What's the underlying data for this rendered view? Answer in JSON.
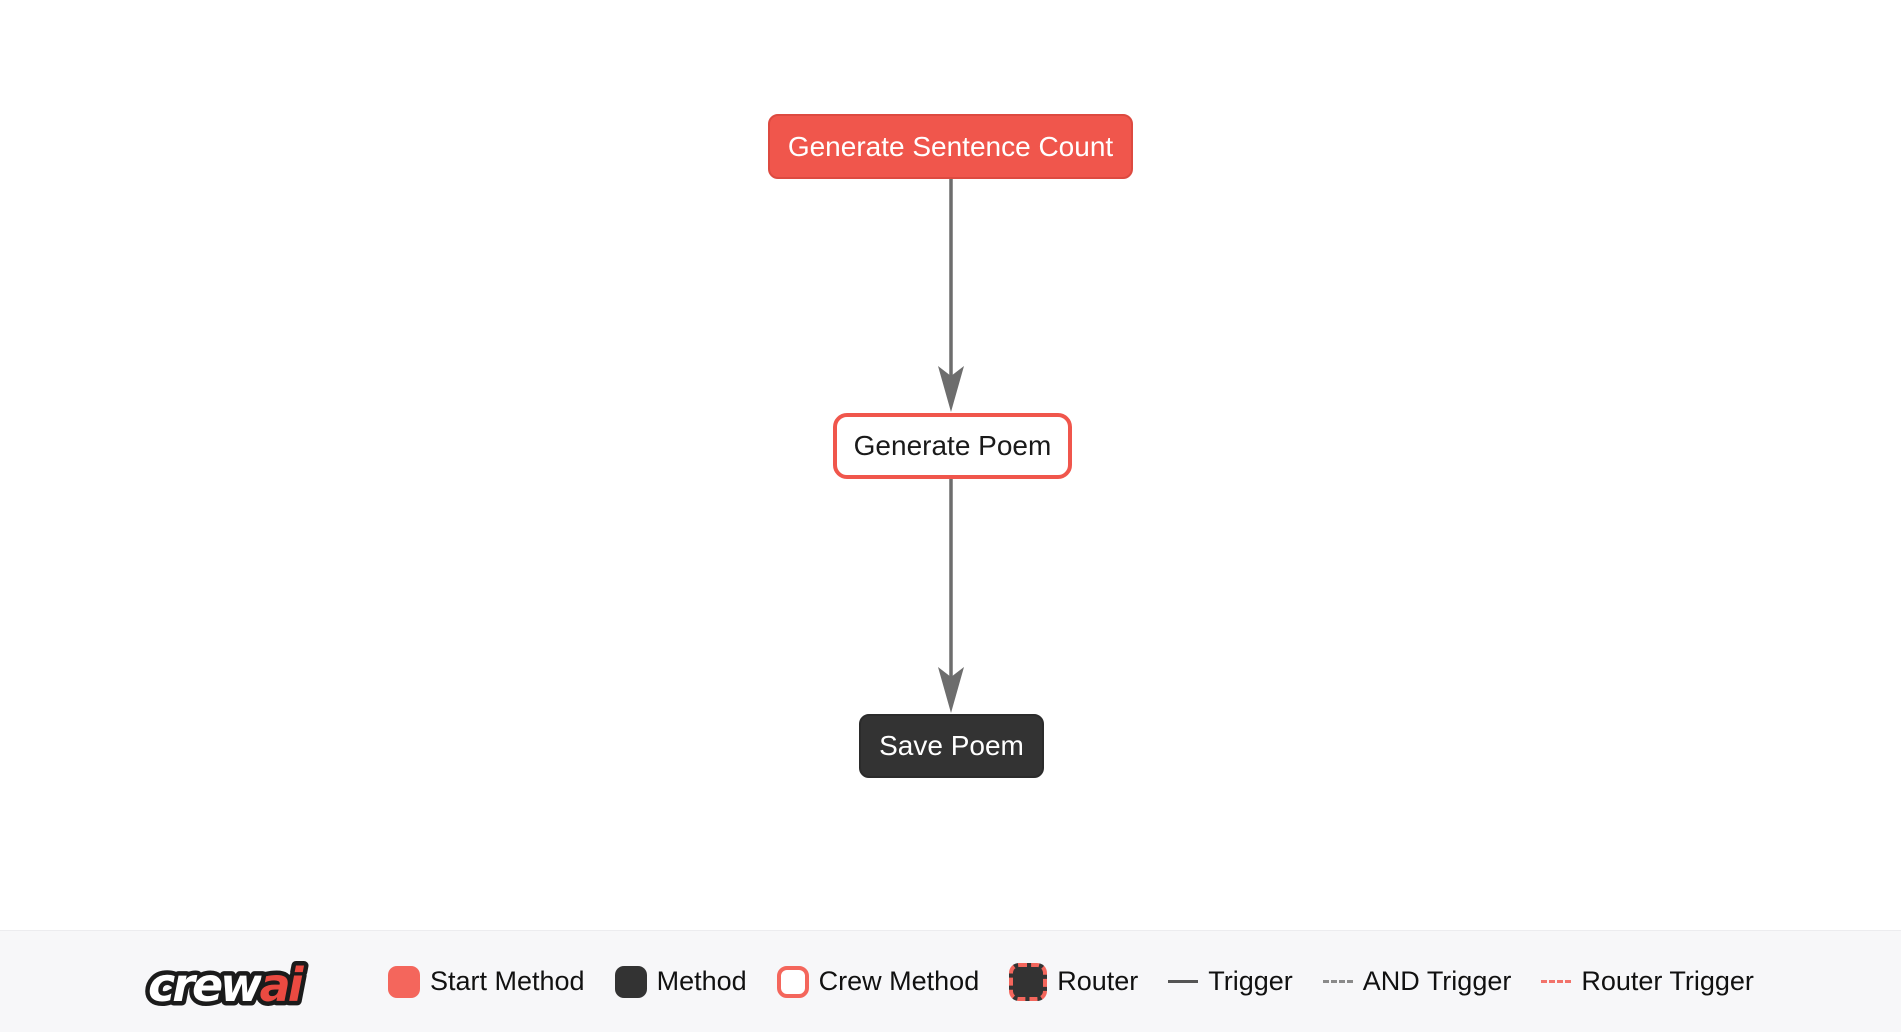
{
  "diagram": {
    "nodes": [
      {
        "label": "Generate Sentence Count",
        "type": "start-method",
        "fill": "#F0564C",
        "text_color": "#FFFFFF"
      },
      {
        "label": "Generate Poem",
        "type": "crew-method",
        "fill": "#FFFFFF",
        "border_color": "#F0564C",
        "text_color": "#1A1A1A"
      },
      {
        "label": "Save Poem",
        "type": "method",
        "fill": "#333333",
        "text_color": "#FFFFFF"
      }
    ],
    "edges": [
      {
        "from": "Generate Sentence Count",
        "to": "Generate Poem",
        "type": "trigger"
      },
      {
        "from": "Generate Poem",
        "to": "Save Poem",
        "type": "trigger"
      }
    ],
    "edge_color": "#6D6D6D"
  },
  "legend": {
    "logo_crew": "crew",
    "logo_ai": "ai",
    "items": [
      {
        "label": "Start Method",
        "swatch": "start-method-square",
        "color": "#F4665C"
      },
      {
        "label": "Method",
        "swatch": "method-square",
        "color": "#333333"
      },
      {
        "label": "Crew Method",
        "swatch": "crew-method-square",
        "color": "#F4665C"
      },
      {
        "label": "Router",
        "swatch": "router-square",
        "color": "#F4665C"
      },
      {
        "label": "Trigger",
        "swatch": "solid-line",
        "color": "#555555"
      },
      {
        "label": "AND Trigger",
        "swatch": "dashed-line",
        "color": "#8A8A8A"
      },
      {
        "label": "Router Trigger",
        "swatch": "red-dashed-line",
        "color": "#F2736B"
      }
    ],
    "background": "#F7F7F9"
  }
}
